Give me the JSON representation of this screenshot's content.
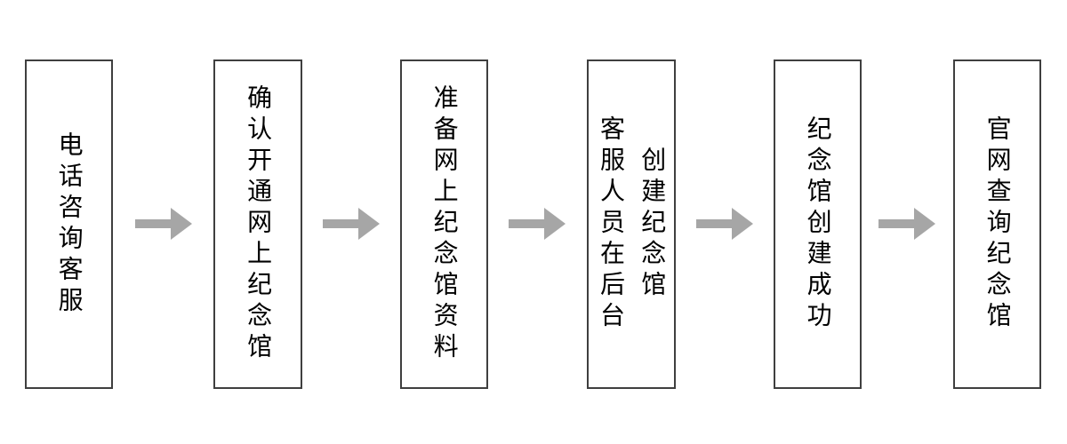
{
  "flowchart": {
    "background_color": "#ffffff",
    "box_border_color": "#3f3f3f",
    "text_color": "#000000",
    "arrow_color": "#a6a6a6",
    "steps": [
      {
        "label": "电话咨询客服",
        "lines": [
          "电话咨询客服"
        ]
      },
      {
        "label": "确认开通网上纪念馆",
        "lines": [
          "确认开通网上纪念馆"
        ]
      },
      {
        "label": "准备网上纪念馆资料",
        "lines": [
          "准备网上纪念馆资料"
        ]
      },
      {
        "label": "客服人员在后台创建纪念馆",
        "lines": [
          "客服人员在后台",
          "创建纪念馆"
        ]
      },
      {
        "label": "纪念馆创建成功",
        "lines": [
          "纪念馆创建成功"
        ]
      },
      {
        "label": "官网查询纪念馆",
        "lines": [
          "官网查询纪念馆"
        ]
      }
    ]
  }
}
